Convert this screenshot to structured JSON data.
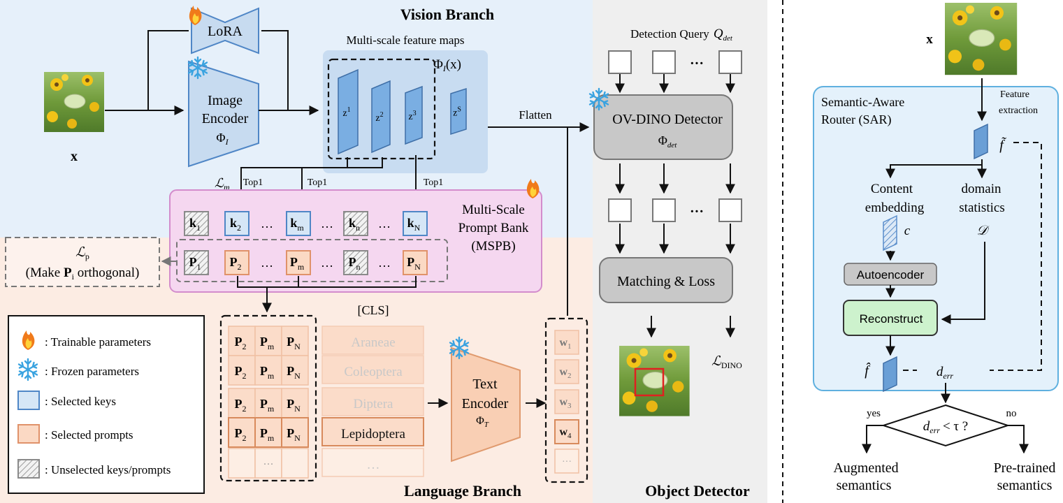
{
  "vision_branch": {
    "title": "Vision Branch",
    "input_symbol": "x",
    "lora": "LoRA",
    "encoder": [
      "Image",
      "Encoder"
    ],
    "encoder_symbol": "Φ",
    "encoder_sub": "I",
    "feature_maps_title": "Multi-scale feature maps",
    "phi_label": "Φ",
    "phi_sub": "I",
    "phi_arg": "(x)",
    "z_labels": [
      "z",
      "z",
      "z",
      "z"
    ],
    "z_sups": [
      "1",
      "2",
      "3",
      "S"
    ],
    "loss_m": "ℒ",
    "loss_m_sub": "m",
    "top1": [
      "Top1",
      "Top1",
      "Top1"
    ],
    "flatten": "Flatten"
  },
  "prompt_bank": {
    "title": [
      "Multi-Scale",
      "Prompt Bank",
      "(MSPB)"
    ],
    "keys": [
      {
        "base": "k",
        "sub": "1",
        "state": "unselected"
      },
      {
        "base": "k",
        "sub": "2",
        "state": "selected"
      },
      {
        "base": "…",
        "sub": "",
        "state": "gap"
      },
      {
        "base": "k",
        "sub": "m",
        "state": "selected"
      },
      {
        "base": "…",
        "sub": "",
        "state": "gap"
      },
      {
        "base": "k",
        "sub": "n",
        "state": "unselected"
      },
      {
        "base": "…",
        "sub": "",
        "state": "gap"
      },
      {
        "base": "k",
        "sub": "N",
        "state": "selected"
      }
    ],
    "prompts": [
      {
        "base": "P",
        "sub": "1",
        "state": "unselected"
      },
      {
        "base": "P",
        "sub": "2",
        "state": "selected"
      },
      {
        "base": "…",
        "sub": "",
        "state": "gap"
      },
      {
        "base": "P",
        "sub": "m",
        "state": "selected"
      },
      {
        "base": "…",
        "sub": "",
        "state": "gap"
      },
      {
        "base": "P",
        "sub": "n",
        "state": "unselected"
      },
      {
        "base": "…",
        "sub": "",
        "state": "gap"
      },
      {
        "base": "P",
        "sub": "N",
        "state": "selected"
      }
    ],
    "ortho_loss": "ℒ",
    "ortho_loss_sub": "p",
    "ortho_text_pre": "(Make ",
    "ortho_text_bold": "P",
    "ortho_text_sub": "i",
    "ortho_text_post": " orthogonal)"
  },
  "legend": [
    {
      "icon": "fire-icon",
      "label": ": Trainable parameters"
    },
    {
      "icon": "snowflake-icon",
      "label": ": Frozen parameters"
    },
    {
      "icon": "blue-square",
      "label": ": Selected keys"
    },
    {
      "icon": "orange-square",
      "label": ": Selected prompts"
    },
    {
      "icon": "hatched-square",
      "label": ": Unselected keys/prompts"
    }
  ],
  "language_branch": {
    "title": "Language Branch",
    "cls": "[CLS]",
    "prompt_row": [
      "P",
      "P",
      "P"
    ],
    "prompt_row_subs": [
      "2",
      "m",
      "N"
    ],
    "ellipsis": "···",
    "classes": [
      "Araneae",
      "Coleoptera",
      "Diptera",
      "Lepidoptera",
      "…"
    ],
    "encoder": [
      "Text",
      "Encoder"
    ],
    "encoder_symbol": "Φ",
    "encoder_sub": "T",
    "w_labels": [
      "w",
      "w",
      "w",
      "w"
    ],
    "w_subs": [
      "1",
      "2",
      "3",
      "4"
    ],
    "w_ellipsis": "···"
  },
  "object_detector": {
    "title": "Object Detector",
    "query_label": "Detection Query",
    "query_symbol": "Q",
    "query_sub": "det",
    "dots": "···",
    "detector": "OV-DINO Detector",
    "detector_symbol": "Φ",
    "detector_sub": "det",
    "matching": "Matching & Loss",
    "loss": "ℒ",
    "loss_sub": "DINO"
  },
  "sar": {
    "input_symbol": "x",
    "title": [
      "Semantic-Aware",
      "Router (SAR)"
    ],
    "feature_extraction": [
      "Feature",
      "extraction"
    ],
    "f_tilde": "f̃",
    "content_embedding": [
      "Content",
      "embedding"
    ],
    "c_symbol": "c",
    "domain_statistics": [
      "domain",
      "statistics"
    ],
    "d_symbol": "𝒟",
    "autoencoder": "Autoencoder",
    "reconstruct": "Reconstruct",
    "f_hat": "f̂",
    "d_err": "d",
    "d_err_sub": "err",
    "condition": "< τ ?",
    "yes": "yes",
    "no": "no",
    "left_outcome": [
      "Augmented",
      "semantics"
    ],
    "right_outcome": [
      "Pre-trained",
      "semantics"
    ]
  }
}
